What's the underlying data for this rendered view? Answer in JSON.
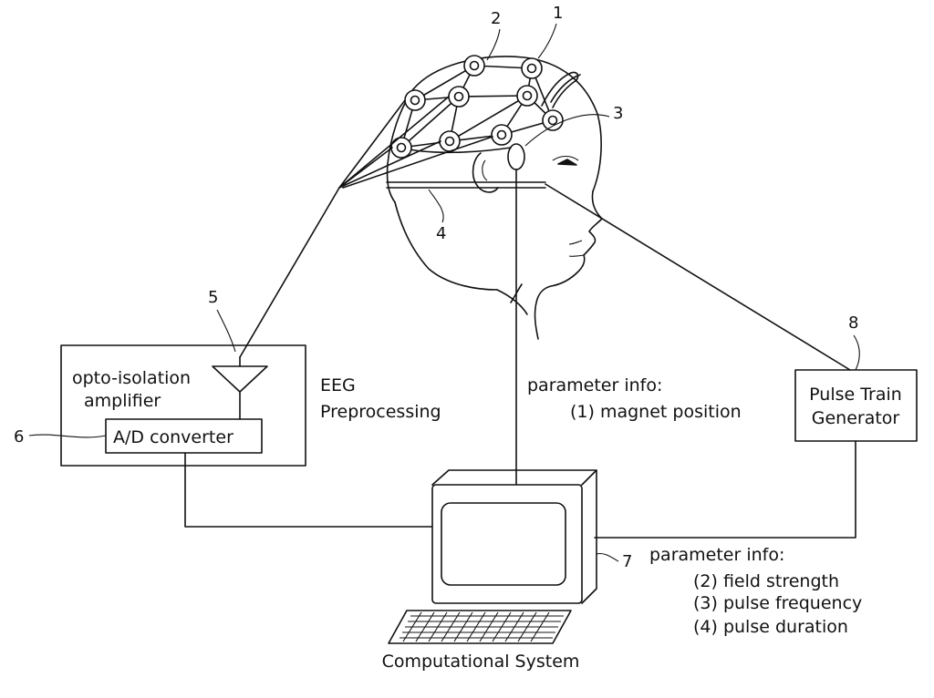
{
  "refs": {
    "r1": "1",
    "r2": "2",
    "r3": "3",
    "r4": "4",
    "r5": "5",
    "r6": "6",
    "r7": "7",
    "r8": "8"
  },
  "eeg_box": {
    "amplifier_line1": "opto-isolation",
    "amplifier_line2": "amplifier",
    "converter": "A/D converter",
    "section_line1": "EEG",
    "section_line2": "Preprocessing"
  },
  "pulse_box": {
    "line1": "Pulse Train",
    "line2": "Generator"
  },
  "param_top": {
    "heading": "parameter info:",
    "item1": "(1) magnet position"
  },
  "param_bottom": {
    "heading": "parameter info:",
    "item2": "(2) field strength",
    "item3": "(3) pulse frequency",
    "item4": "(4) pulse duration"
  },
  "computer_label": "Computational System"
}
